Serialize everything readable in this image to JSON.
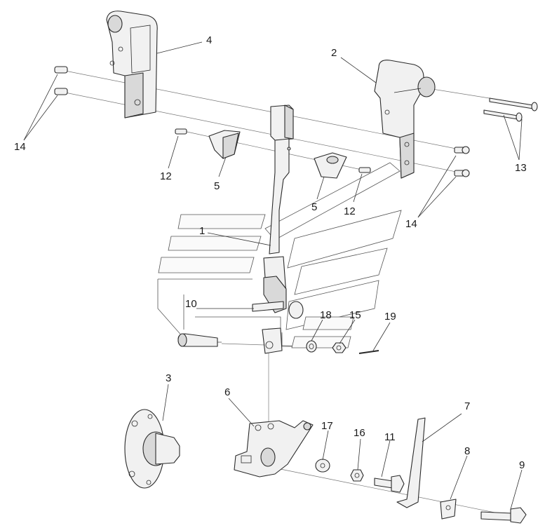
{
  "diagram": {
    "callouts": [
      {
        "id": "c1",
        "text": "1"
      },
      {
        "id": "c2",
        "text": "2"
      },
      {
        "id": "c3",
        "text": "3"
      },
      {
        "id": "c4",
        "text": "4"
      },
      {
        "id": "c5a",
        "text": "5"
      },
      {
        "id": "c5b",
        "text": "5"
      },
      {
        "id": "c6",
        "text": "6"
      },
      {
        "id": "c7",
        "text": "7"
      },
      {
        "id": "c8",
        "text": "8"
      },
      {
        "id": "c9",
        "text": "9"
      },
      {
        "id": "c10",
        "text": "10"
      },
      {
        "id": "c11",
        "text": "11"
      },
      {
        "id": "c12a",
        "text": "12"
      },
      {
        "id": "c12b",
        "text": "12"
      },
      {
        "id": "c13",
        "text": "13"
      },
      {
        "id": "c14a",
        "text": "14"
      },
      {
        "id": "c14b",
        "text": "14"
      },
      {
        "id": "c15",
        "text": "15"
      },
      {
        "id": "c16",
        "text": "16"
      },
      {
        "id": "c17",
        "text": "17"
      },
      {
        "id": "c18",
        "text": "18"
      },
      {
        "id": "c19",
        "text": "19"
      }
    ]
  }
}
